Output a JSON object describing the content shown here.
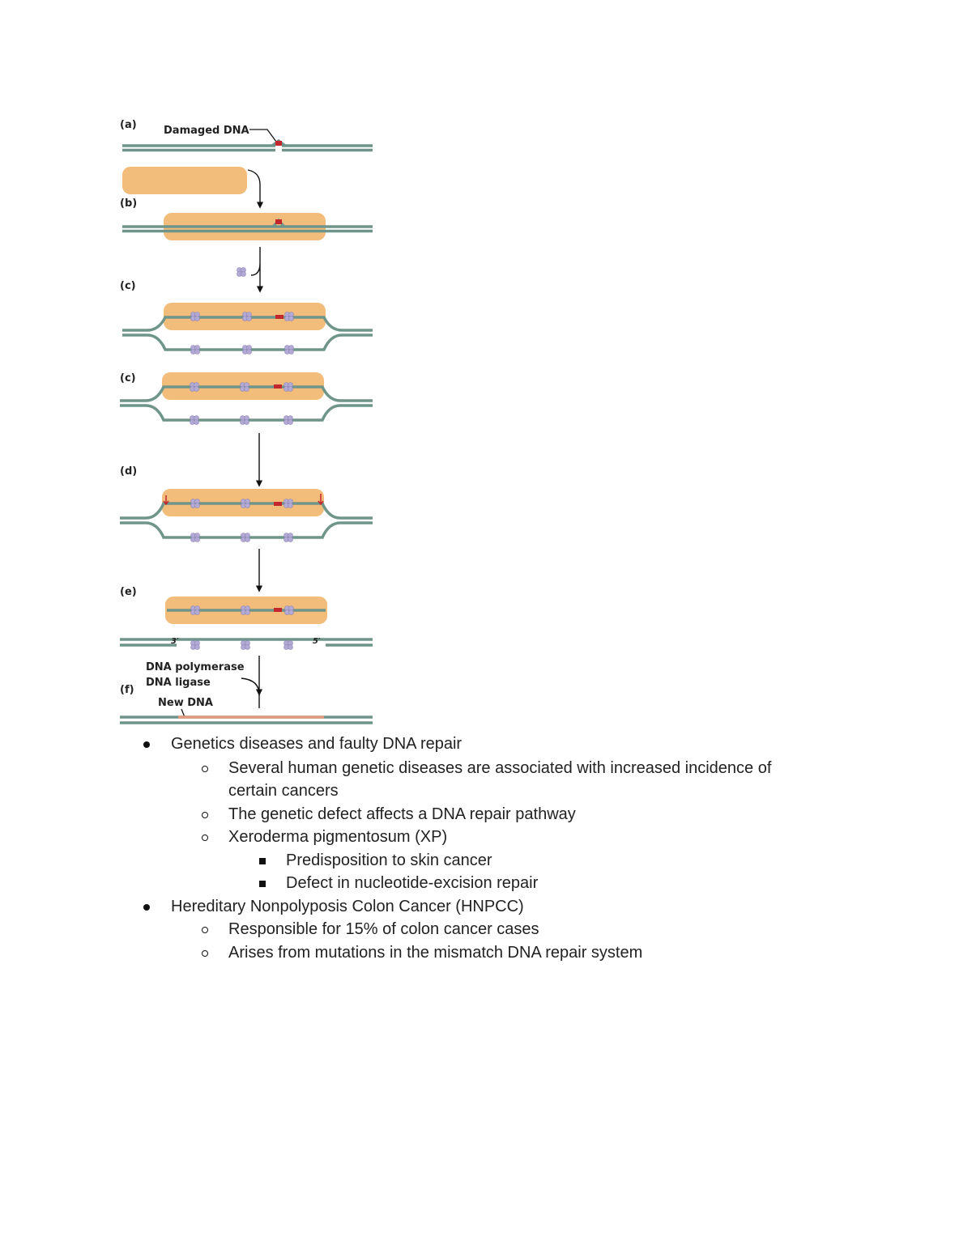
{
  "figure": {
    "panel_labels": [
      "(a)",
      "(b)",
      "(c)",
      "(c)",
      "(d)",
      "(e)",
      "(f)"
    ],
    "damaged_dna_label": "Damaged DNA",
    "prime_3_label": "3′",
    "prime_5_label": "5′",
    "polymerase_label": "DNA polymerase",
    "ligase_label": "DNA ligase",
    "new_dna_label": "New DNA",
    "colors": {
      "dna": "#6f958a",
      "protein": "#f2bd7a",
      "damage": "#c1272d",
      "new_dna": "#e39a7e",
      "enzyme": "#b3aad4"
    }
  },
  "notes": [
    {
      "level": 1,
      "text": "Genetics diseases and faulty DNA repair"
    },
    {
      "level": 2,
      "text": "Several human genetic diseases are associated with increased incidence of"
    },
    {
      "level": 0,
      "text": "certain cancers"
    },
    {
      "level": 2,
      "text": "The genetic defect affects a DNA repair pathway"
    },
    {
      "level": 2,
      "text": "Xeroderma pigmentosum (XP)"
    },
    {
      "level": 3,
      "text": "Predisposition to skin cancer"
    },
    {
      "level": 3,
      "text": "Defect in nucleotide-excision repair"
    },
    {
      "level": 1,
      "text": "Hereditary Nonpolyposis Colon Cancer (HNPCC)"
    },
    {
      "level": 2,
      "text": "Responsible for 15% of colon cancer cases"
    },
    {
      "level": 2,
      "text": "Arises from mutations in the mismatch DNA repair system"
    }
  ]
}
